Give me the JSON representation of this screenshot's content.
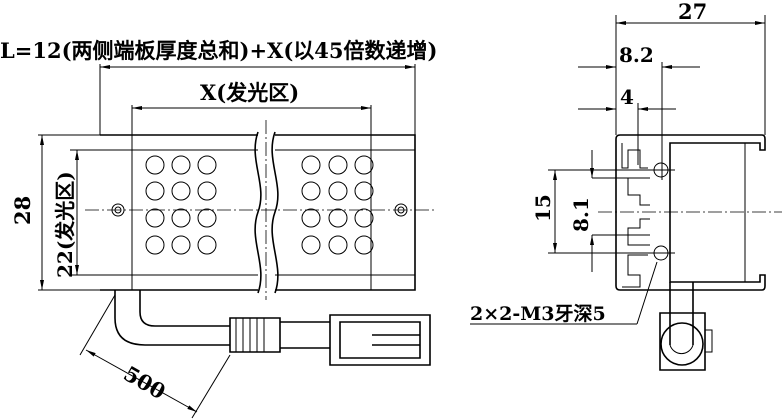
{
  "front_view": {
    "length_label": "L=12(两侧端板厚度总和)+X(以45倍数递增)",
    "emitting_width_label": "X(发光区)",
    "height_label": "28",
    "emitting_height_label": "22(发光区)",
    "cable_length_label": "500"
  },
  "side_view": {
    "width_label": "27",
    "dim_8_2": "8.2",
    "dim_4": "4",
    "dim_15": "15",
    "dim_8_1": "8.1",
    "hole_note": "2×2-M3牙深5"
  }
}
